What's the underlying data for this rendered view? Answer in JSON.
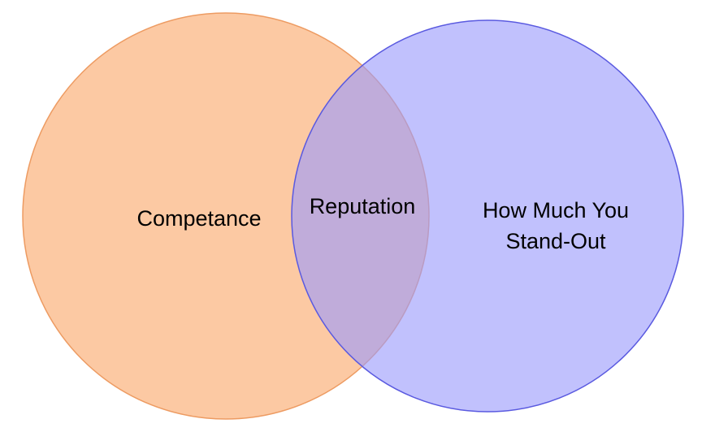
{
  "diagram": {
    "type": "venn",
    "sets": [
      {
        "id": "left",
        "label_lines": [
          "Competance"
        ],
        "fill": "#fbbf93",
        "fill_opacity": 0.85,
        "stroke": "#ed9b62"
      },
      {
        "id": "right",
        "label_lines": [
          "How Much You",
          "Stand-Out"
        ],
        "fill": "#9b9bfb",
        "fill_opacity": 0.62,
        "stroke": "#5a5ae0"
      }
    ],
    "intersection": {
      "label": "Reputation"
    },
    "background": "#ffffff"
  }
}
